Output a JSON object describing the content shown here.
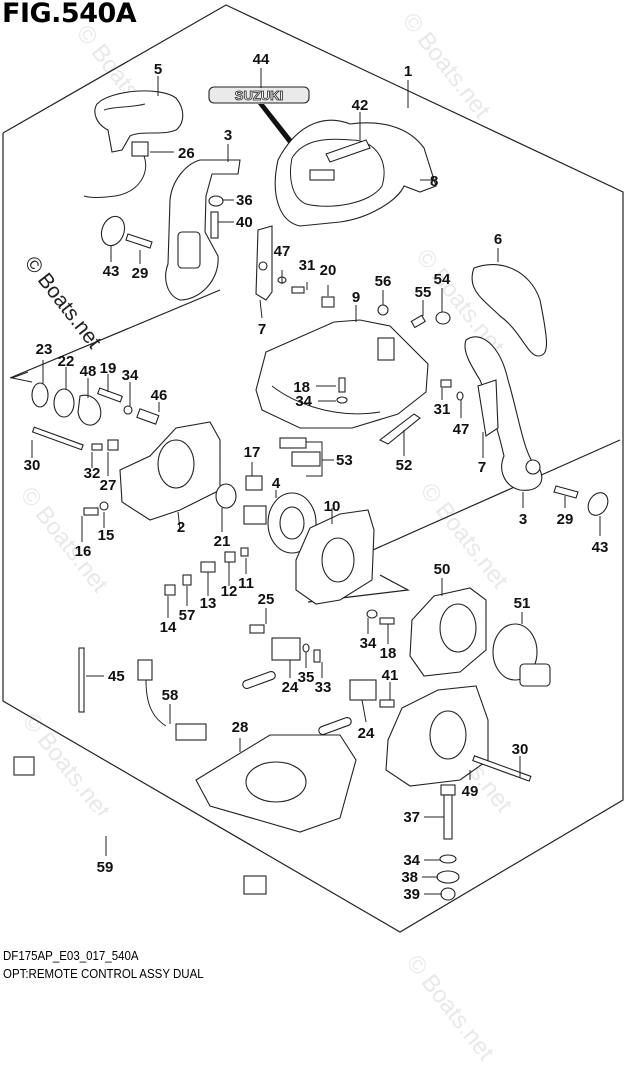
{
  "figure": {
    "title": "FIG.540A",
    "code": "DF175AP_E03_017_540A",
    "description": "OPT:REMOTE CONTROL ASSY DUAL",
    "watermark": "© Boats.net",
    "brand_emblem": "SUZUKI"
  },
  "callouts": [
    {
      "id": "c1",
      "label": "1"
    },
    {
      "id": "c2",
      "label": "2"
    },
    {
      "id": "c3a",
      "label": "3"
    },
    {
      "id": "c3b",
      "label": "3"
    },
    {
      "id": "c4",
      "label": "4"
    },
    {
      "id": "c5",
      "label": "5"
    },
    {
      "id": "c6",
      "label": "6"
    },
    {
      "id": "c7a",
      "label": "7"
    },
    {
      "id": "c7b",
      "label": "7"
    },
    {
      "id": "c8",
      "label": "8"
    },
    {
      "id": "c9",
      "label": "9"
    },
    {
      "id": "c10",
      "label": "10"
    },
    {
      "id": "c11",
      "label": "11"
    },
    {
      "id": "c12",
      "label": "12"
    },
    {
      "id": "c13",
      "label": "13"
    },
    {
      "id": "c14",
      "label": "14"
    },
    {
      "id": "c15",
      "label": "15"
    },
    {
      "id": "c16",
      "label": "16"
    },
    {
      "id": "c17",
      "label": "17"
    },
    {
      "id": "c18a",
      "label": "18"
    },
    {
      "id": "c18b",
      "label": "18"
    },
    {
      "id": "c19",
      "label": "19"
    },
    {
      "id": "c20",
      "label": "20"
    },
    {
      "id": "c21",
      "label": "21"
    },
    {
      "id": "c22",
      "label": "22"
    },
    {
      "id": "c23",
      "label": "23"
    },
    {
      "id": "c24a",
      "label": "24"
    },
    {
      "id": "c24b",
      "label": "24"
    },
    {
      "id": "c25",
      "label": "25"
    },
    {
      "id": "c26",
      "label": "26"
    },
    {
      "id": "c27",
      "label": "27"
    },
    {
      "id": "c28",
      "label": "28"
    },
    {
      "id": "c29a",
      "label": "29"
    },
    {
      "id": "c29b",
      "label": "29"
    },
    {
      "id": "c30a",
      "label": "30"
    },
    {
      "id": "c30b",
      "label": "30"
    },
    {
      "id": "c31a",
      "label": "31"
    },
    {
      "id": "c31b",
      "label": "31"
    },
    {
      "id": "c32",
      "label": "32"
    },
    {
      "id": "c33",
      "label": "33"
    },
    {
      "id": "c34a",
      "label": "34"
    },
    {
      "id": "c34b",
      "label": "34"
    },
    {
      "id": "c34c",
      "label": "34"
    },
    {
      "id": "c34d",
      "label": "34"
    },
    {
      "id": "c35",
      "label": "35"
    },
    {
      "id": "c36",
      "label": "36"
    },
    {
      "id": "c37",
      "label": "37"
    },
    {
      "id": "c38",
      "label": "38"
    },
    {
      "id": "c39",
      "label": "39"
    },
    {
      "id": "c40",
      "label": "40"
    },
    {
      "id": "c41",
      "label": "41"
    },
    {
      "id": "c42",
      "label": "42"
    },
    {
      "id": "c43a",
      "label": "43"
    },
    {
      "id": "c43b",
      "label": "43"
    },
    {
      "id": "c44",
      "label": "44"
    },
    {
      "id": "c45",
      "label": "45"
    },
    {
      "id": "c46",
      "label": "46"
    },
    {
      "id": "c47a",
      "label": "47"
    },
    {
      "id": "c47b",
      "label": "47"
    },
    {
      "id": "c48",
      "label": "48"
    },
    {
      "id": "c49",
      "label": "49"
    },
    {
      "id": "c50",
      "label": "50"
    },
    {
      "id": "c51",
      "label": "51"
    },
    {
      "id": "c52",
      "label": "52"
    },
    {
      "id": "c53",
      "label": "53"
    },
    {
      "id": "c54",
      "label": "54"
    },
    {
      "id": "c55",
      "label": "55"
    },
    {
      "id": "c56",
      "label": "56"
    },
    {
      "id": "c57",
      "label": "57"
    },
    {
      "id": "c58",
      "label": "58"
    },
    {
      "id": "c59",
      "label": "59"
    }
  ]
}
